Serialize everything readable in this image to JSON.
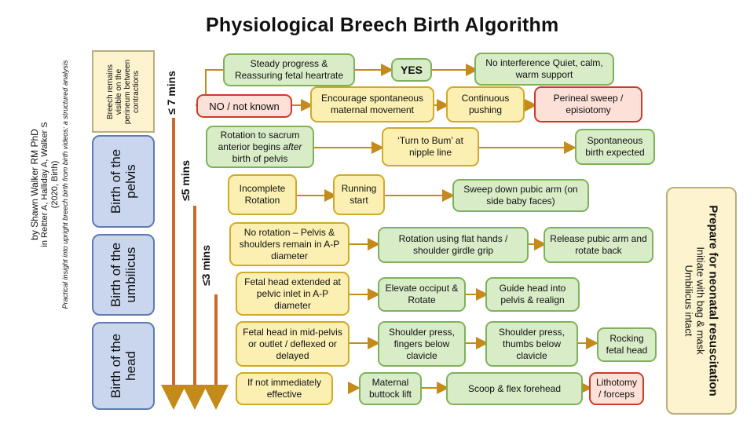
{
  "title": "Physiological Breech Birth Algorithm",
  "credit": {
    "author": "by Shawn Walker RM PhD",
    "citation": "in Reitter A, Halliday A, Walker S",
    "year": "(2020, Birth)",
    "paper": "Practical insight into upright breech birth from birth videos: a structured analysis"
  },
  "phases": {
    "breech_remains": "Breech remains visible on the perineum between contractions",
    "pelvis": "Birth of the pelvis",
    "umbilicus": "Birth of the umbilicus",
    "head": "Birth of the head"
  },
  "timers": {
    "seven": "≤ 7 mins",
    "five": "≤5 mins",
    "three": "≤3 mins"
  },
  "boxes": {
    "steady": "Steady progress & Reassuring fetal heartrate",
    "yes": "YES",
    "no_interference": "No interference Quiet, calm, warm support",
    "no_known": "NO / not known",
    "encourage": "Encourage spontaneous maternal movement",
    "continuous": "Continuous pushing",
    "perineal": "Perineal sweep / episiotomy",
    "rotation_sacrum_1": "Rotation to sacrum anterior begins",
    "rotation_sacrum_after": "after",
    "rotation_sacrum_2": "birth of pelvis",
    "turn_to_bum": "‘Turn to Bum’ at nipple line",
    "spontaneous": "Spontaneous birth expected",
    "incomplete": "Incomplete Rotation",
    "running": "Running start",
    "sweep_down": "Sweep down pubic arm (on side baby faces)",
    "no_rotation": "No rotation – Pelvis & shoulders remain in A-P diameter",
    "rotation_flat": "Rotation using flat hands / shoulder girdle grip",
    "release": "Release pubic arm and rotate back",
    "fetal_extended": "Fetal head extended at pelvic inlet in A-P diameter",
    "elevate": "Elevate occiput & Rotate",
    "guide": "Guide head into pelvis & realign",
    "mid_pelvis": "Fetal head in mid-pelvis or outlet / deflexed or delayed",
    "shoulder_fingers": "Shoulder press, fingers below clavicle",
    "shoulder_thumbs": "Shoulder press, thumbs below clavicle",
    "rocking": "Rocking fetal head",
    "not_immediately": "If not immediately effective",
    "maternal_buttock": "Maternal buttock lift",
    "scoop": "Scoop & flex forehead",
    "lithotomy": "Lithotomy / forceps"
  },
  "resus": {
    "title": "Prepare for neonatal resuscitation",
    "line2": "Initiate with bag & mask",
    "line3": "Umbilicus intact"
  },
  "colors": {
    "green": "#d9ecc8",
    "yellow": "#fbefb2",
    "red": "#fde0d8",
    "phase_blue": "#c9d6ee",
    "arrow": "#c48a1a"
  }
}
